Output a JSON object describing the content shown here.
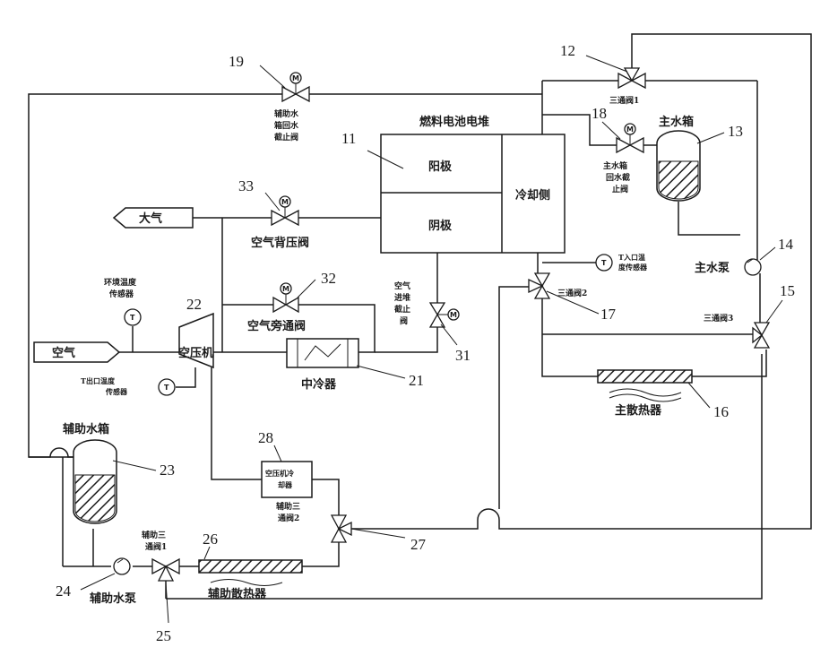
{
  "stack": {
    "title": "燃料电池电堆",
    "anode": "阳极",
    "cathode": "阴极",
    "cooling": "冷却侧"
  },
  "components": {
    "atmosphere": "大气",
    "air_inlet": "空气",
    "compressor": "空压机",
    "intercooler": "中冷器",
    "backpressure_valve": "空气背压阀",
    "bypass_valve": "空气旁通阀",
    "inlet_stop_valve": [
      "空气",
      "进堆",
      "截止",
      "阀"
    ],
    "ambient_sensor": [
      "环境温度",
      "传感器"
    ],
    "compressor_outlet_sensor": [
      "T出口温度",
      "传感器"
    ],
    "stack_inlet_sensor": [
      "T入口温",
      "度传感器"
    ],
    "three_way_valve_1": "三通阀1",
    "three_way_valve_2": "三通阀2",
    "three_way_valve_3": "三通阀3",
    "main_tank": "主水箱",
    "main_pump": "主水泵",
    "main_radiator": "主散热器",
    "main_return_stop_valve": [
      "主水箱",
      "回水截",
      "止阀"
    ],
    "aux_return_stop_valve": [
      "辅助水",
      "箱回水",
      "截止阀"
    ],
    "aux_tank": "辅助水箱",
    "aux_pump": "辅助水泵",
    "aux_radiator": "辅助散热器",
    "aux_three_way_1": [
      "辅助三",
      "通阀1"
    ],
    "aux_three_way_2": [
      "辅助三",
      "通阀2"
    ],
    "compressor_cooler": [
      "空压机冷",
      "却器"
    ],
    "motor_mark": "M",
    "temp_mark": "T"
  },
  "numbers": {
    "n11": "11",
    "n12": "12",
    "n13": "13",
    "n14": "14",
    "n15": "15",
    "n16": "16",
    "n17": "17",
    "n18": "18",
    "n19": "19",
    "n21": "21",
    "n22": "22",
    "n23": "23",
    "n24": "24",
    "n25": "25",
    "n26": "26",
    "n27": "27",
    "n28": "28",
    "n31": "31",
    "n32": "32",
    "n33": "33"
  }
}
